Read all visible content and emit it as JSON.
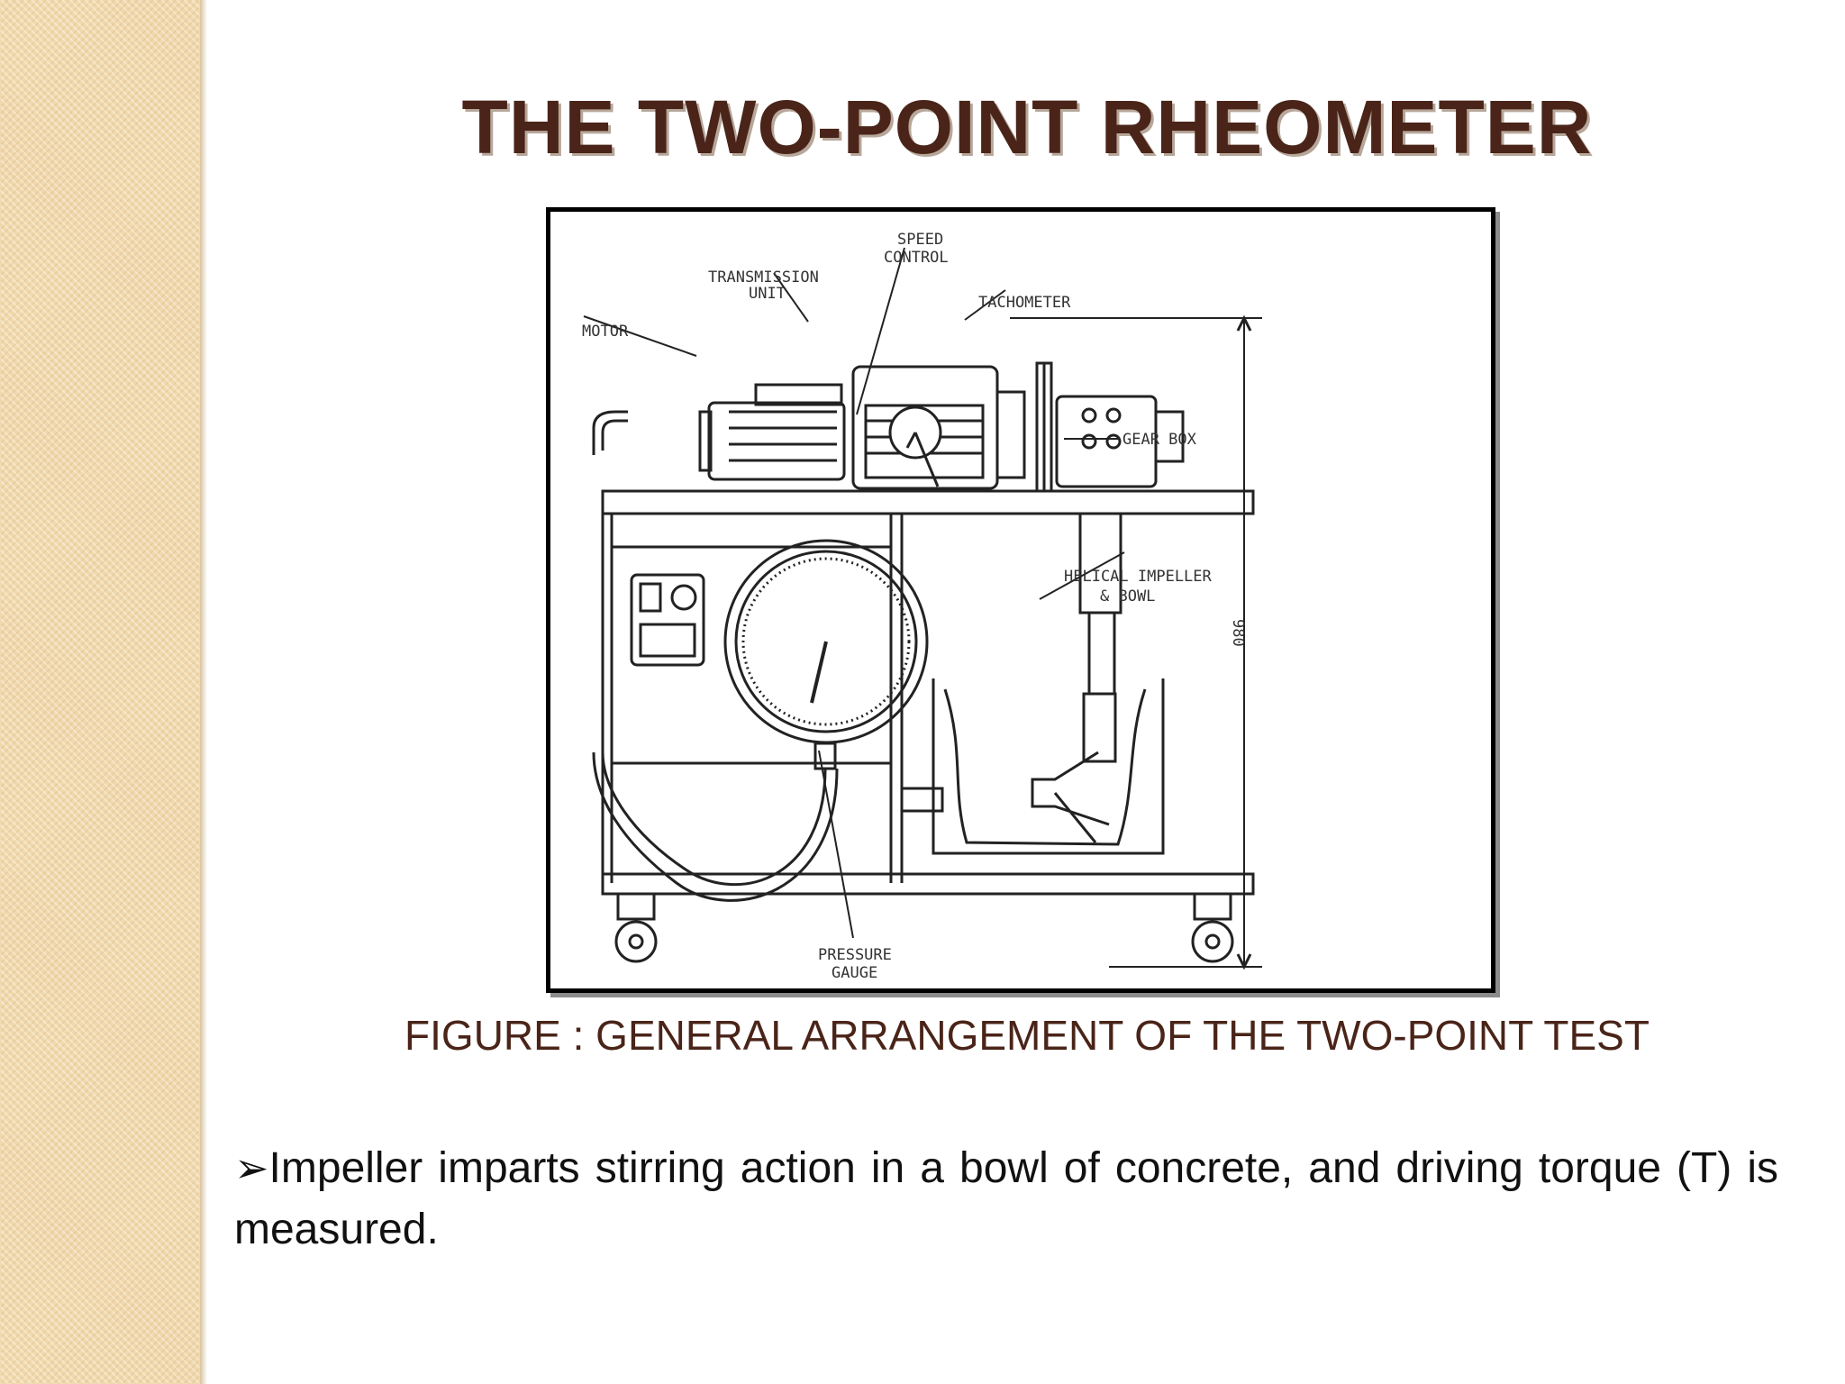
{
  "slide": {
    "title": "THE TWO-POINT RHEOMETER",
    "caption": "FIGURE : GENERAL ARRANGEMENT OF THE TWO-POINT TEST",
    "bullet_marker": "➢",
    "bullet_text": "Impeller imparts  stirring action in a bowl of concrete, and driving torque (T) is measured."
  },
  "figure": {
    "labels": {
      "speed_control_1": "SPEED",
      "speed_control_2": "CONTROL",
      "transmission_1": "TRANSMISSION",
      "transmission_2": "UNIT",
      "tachometer": "TACHOMETER",
      "motor": "MOTOR",
      "gear_box": "GEAR BOX",
      "impeller_1": "HELICAL IMPELLER",
      "impeller_2": "& BOWL",
      "height": "980",
      "pressure_1": "PRESSURE",
      "pressure_2": "GAUGE"
    }
  },
  "colors": {
    "title": "#4a2418",
    "caption": "#4a2418",
    "side_band": "#f1d9ad"
  }
}
